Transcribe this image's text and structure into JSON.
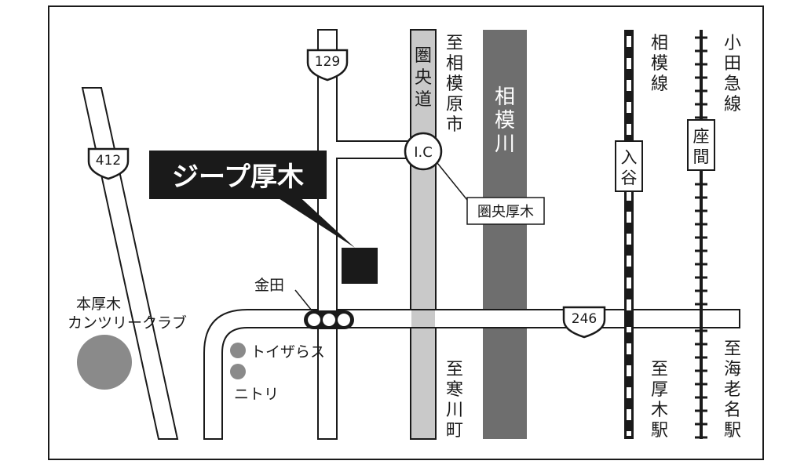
{
  "map": {
    "highlight_label": "ジープ厚木",
    "route_numbers": {
      "r129": "129",
      "r412": "412",
      "r246": "246"
    },
    "interchange": "I.C",
    "expressway_label": [
      "圏",
      "央",
      "道"
    ],
    "ic_name": "圏央厚木",
    "river_label": [
      "相",
      "模",
      "川"
    ],
    "to_sagamihara": [
      "至",
      "相",
      "模",
      "原",
      "市"
    ],
    "to_samukawa": [
      "至",
      "寒",
      "川",
      "町"
    ],
    "to_atsugi_station": [
      "至",
      "厚",
      "木",
      "駅"
    ],
    "to_ebina_station": [
      "至",
      "海",
      "老",
      "名",
      "駅"
    ],
    "sagami_line": [
      "相",
      "模",
      "線"
    ],
    "odakyu_line": [
      "小",
      "田",
      "急",
      "線"
    ],
    "station_iriya": [
      "入",
      "谷"
    ],
    "station_zama": [
      "座",
      "間"
    ],
    "intersection_kaneda": "金田",
    "country_club": [
      "本厚木",
      "カンツリークラブ"
    ],
    "toysrus": "トイザらス",
    "nitori": "ニトリ"
  },
  "colors": {
    "ink": "#1a1a1a",
    "river": "#6e6e6e",
    "expressway": "#c9c9c9",
    "landmark": "#8a8a8a"
  }
}
